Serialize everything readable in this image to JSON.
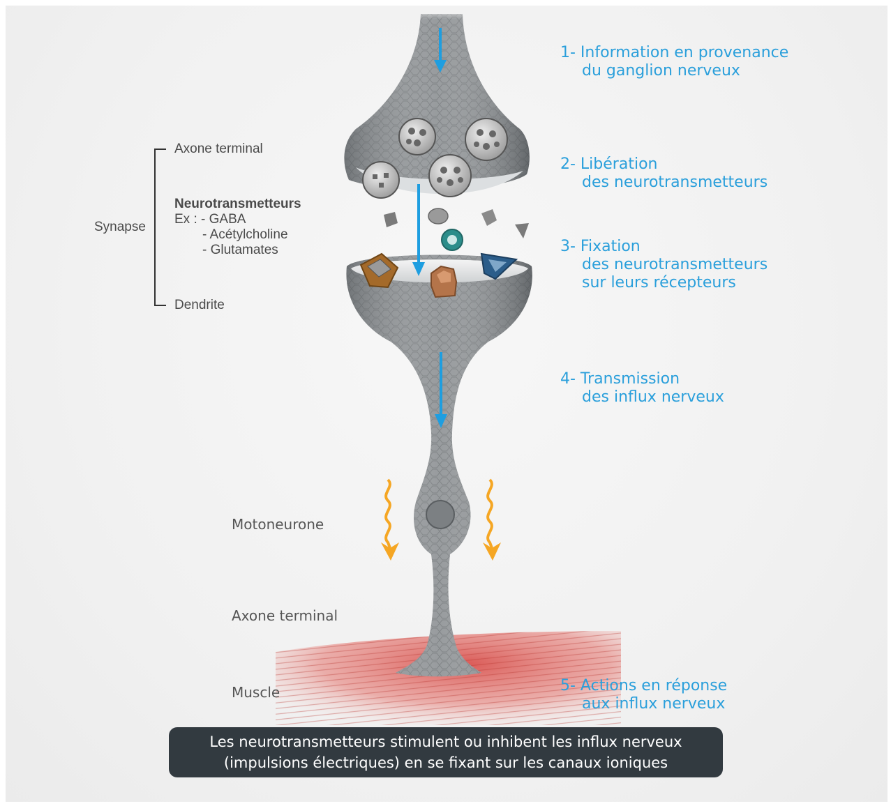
{
  "steps": [
    {
      "line1": "1- Information en provenance",
      "line2": "du ganglion nerveux"
    },
    {
      "line1": "2- Libération",
      "line2": "des neurotransmetteurs"
    },
    {
      "line1": "3- Fixation",
      "line2": "des neurotransmetteurs",
      "line3": "sur leurs récepteurs"
    },
    {
      "line1": "4- Transmission",
      "line2": "des influx nerveux"
    },
    {
      "line1": "5- Actions en réponse",
      "line2": "aux influx nerveux"
    }
  ],
  "synapse": {
    "label": "Synapse",
    "top": "Axone terminal",
    "bottom": "Dendrite",
    "nt_title": "Neurotransmetteurs",
    "nt_ex": "Ex : - GABA",
    "nt_item2": "- Acétylcholine",
    "nt_item3": "- Glutamates"
  },
  "lower_labels": {
    "motoneurone": "Motoneurone",
    "axone": "Axone terminal",
    "muscle": "Muscle"
  },
  "caption": {
    "line1": "Les neurotransmetteurs stimulent ou inhibent les influx nerveux",
    "line2": "(impulsions électriques) en se fixant sur les canaux ioniques"
  },
  "colors": {
    "step_blue": "#2a9fdb",
    "arrow_blue": "#1e9ee0",
    "wave_orange": "#f5a623",
    "caption_bg": "#323a40",
    "muscle_red": "#d9534f",
    "neuron_gray": "#7f8386"
  },
  "icons": {
    "down_arrow": "blue-down-arrow-icon",
    "wave_arrow": "orange-wave-arrow-icon"
  }
}
